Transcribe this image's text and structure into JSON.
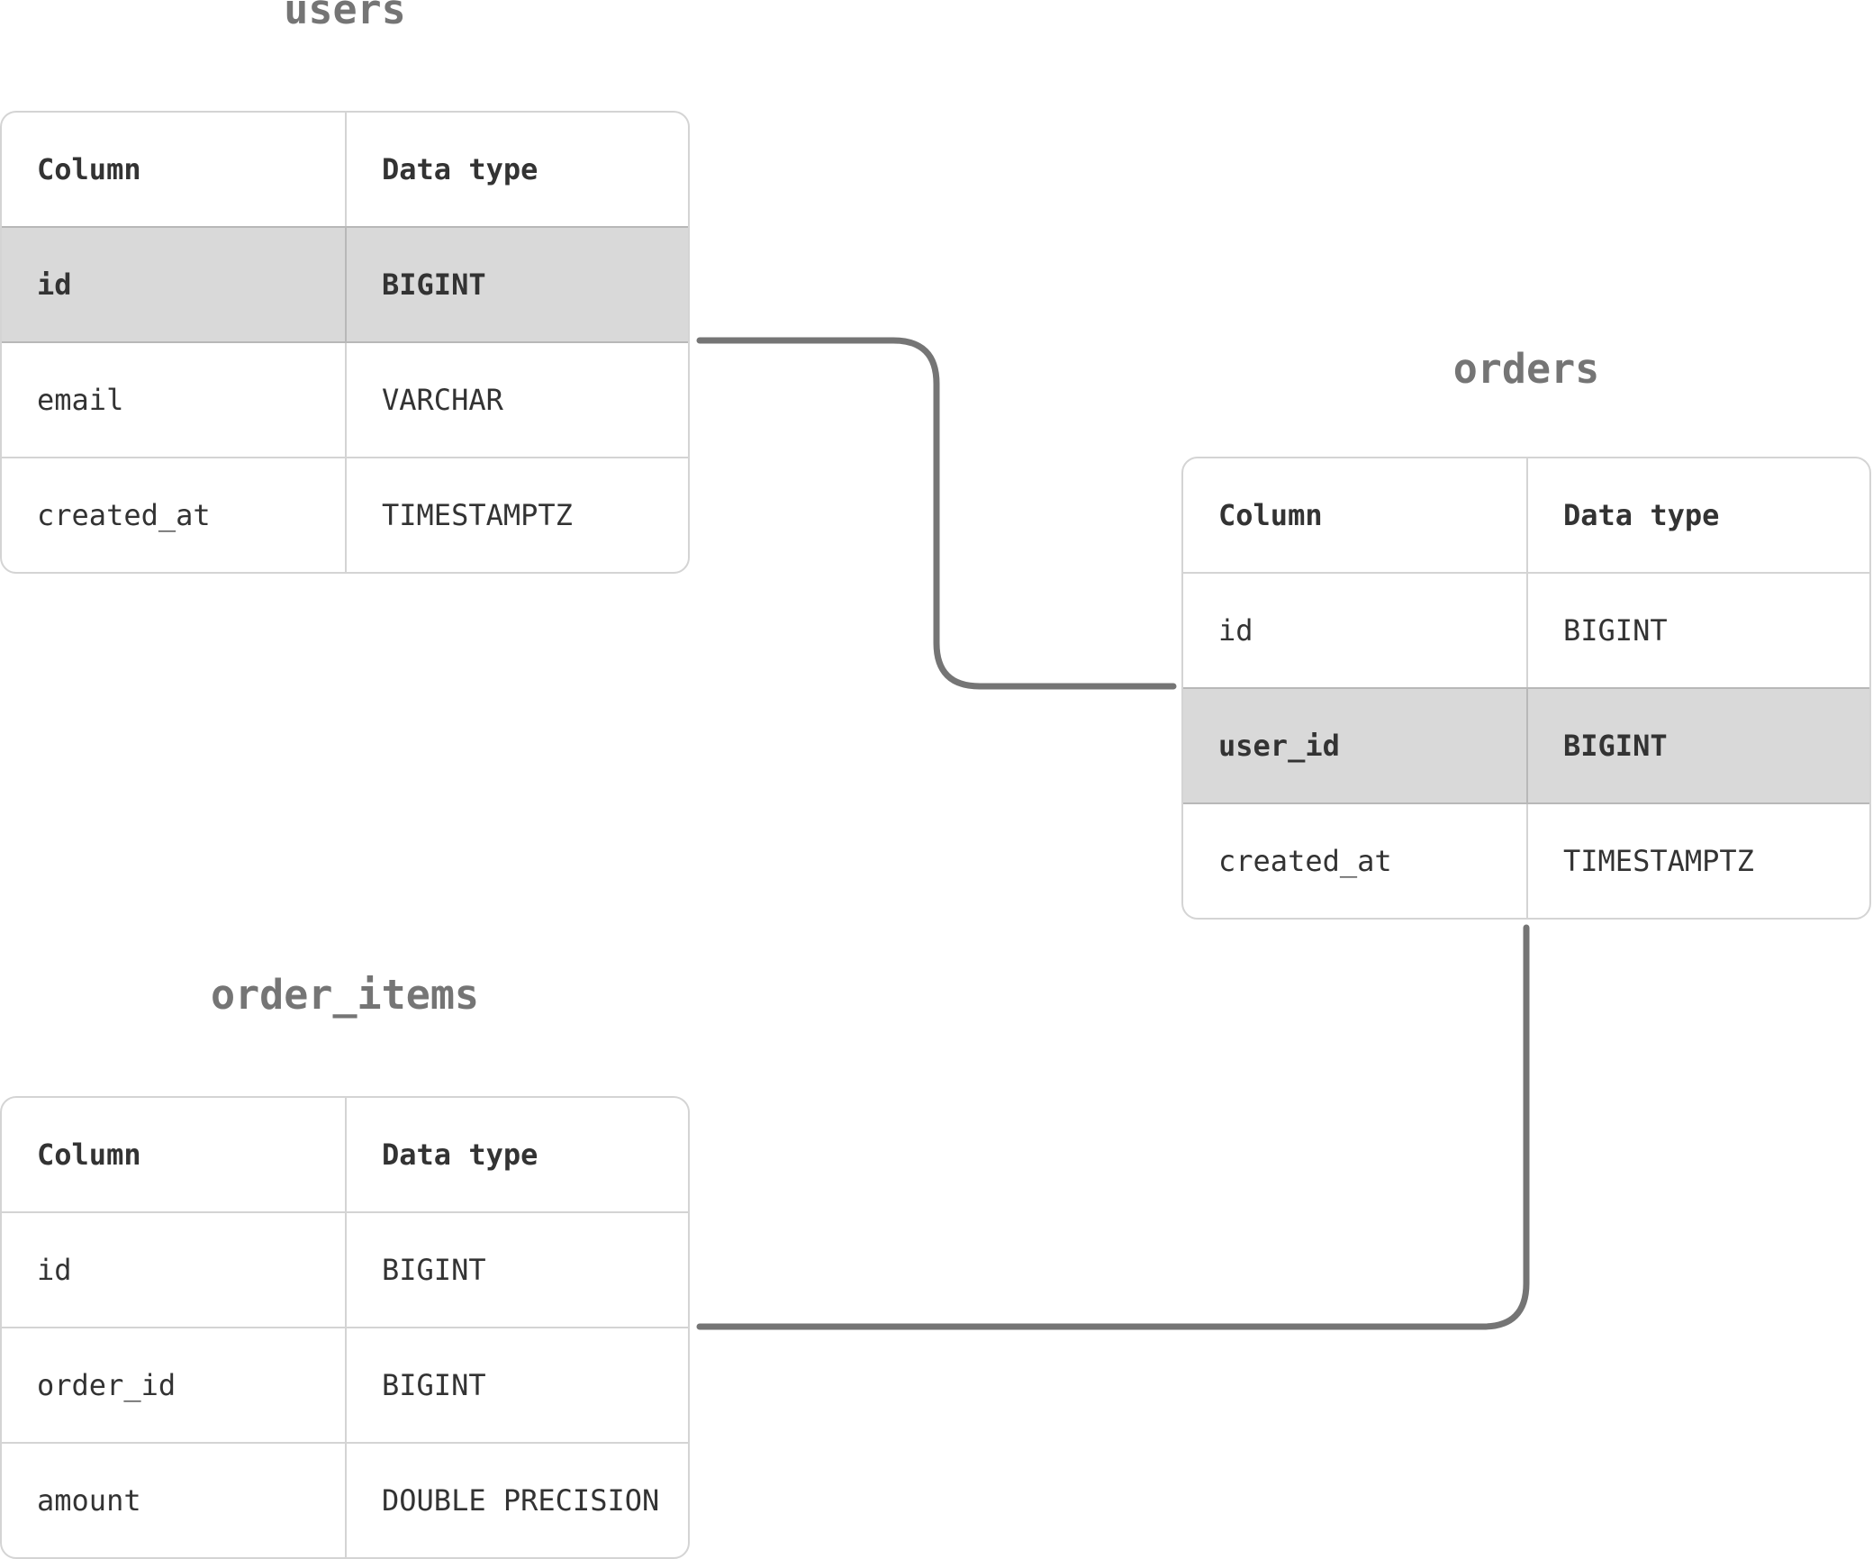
{
  "tables": {
    "users": {
      "title": "users",
      "header": {
        "column": "Column",
        "type": "Data type"
      },
      "rows": [
        {
          "column": "id",
          "type": "BIGINT",
          "highlighted": true
        },
        {
          "column": "email",
          "type": "VARCHAR",
          "highlighted": false
        },
        {
          "column": "created_at",
          "type": "TIMESTAMPTZ",
          "highlighted": false
        }
      ]
    },
    "orders": {
      "title": "orders",
      "header": {
        "column": "Column",
        "type": "Data type"
      },
      "rows": [
        {
          "column": "id",
          "type": "BIGINT",
          "highlighted": false
        },
        {
          "column": "user_id",
          "type": "BIGINT",
          "highlighted": true
        },
        {
          "column": "created_at",
          "type": "TIMESTAMPTZ",
          "highlighted": false
        }
      ]
    },
    "order_items": {
      "title": "order_items",
      "header": {
        "column": "Column",
        "type": "Data type"
      },
      "rows": [
        {
          "column": "id",
          "type": "BIGINT",
          "highlighted": false
        },
        {
          "column": "order_id",
          "type": "BIGINT",
          "highlighted": false
        },
        {
          "column": "amount",
          "type": "DOUBLE PRECISION",
          "highlighted": false
        }
      ]
    }
  },
  "relations": [
    {
      "from": "users.id",
      "to": "orders.user_id"
    },
    {
      "from": "orders",
      "to": "order_items.order_id"
    }
  ],
  "colors": {
    "connector": "#757575",
    "title": "#757575",
    "border": "#d4d4d4",
    "highlight": "#d9d9d9",
    "text": "#333333"
  }
}
